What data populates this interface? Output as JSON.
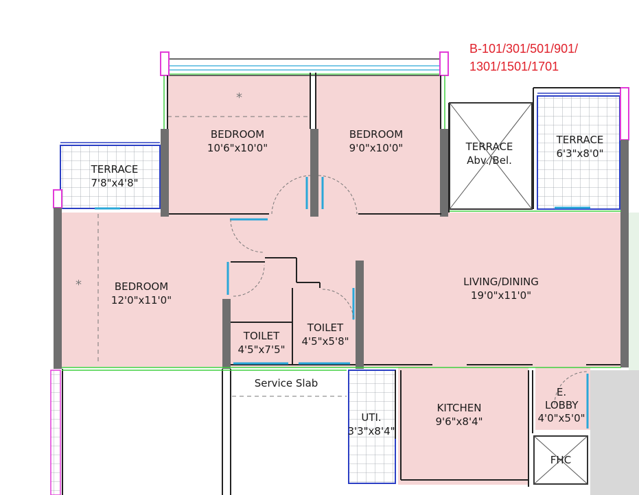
{
  "unit_label": {
    "line1": "B-101/301/501/901/",
    "line2": "1301/1501/1701"
  },
  "rooms": {
    "bedroom_top_left": {
      "name": "BEDROOM",
      "size": "10'6\"x10'0\""
    },
    "bedroom_top_right": {
      "name": "BEDROOM",
      "size": "9'0\"x10'0\""
    },
    "bedroom_left": {
      "name": "BEDROOM",
      "size": "12'0\"x11'0\""
    },
    "terrace_left": {
      "name": "TERRACE",
      "size": "7'8\"x4'8\""
    },
    "terrace_mid": {
      "name": "TERRACE",
      "size": "Abv./Bel."
    },
    "terrace_right": {
      "name": "TERRACE",
      "size": "6'3\"x8'0\""
    },
    "living": {
      "name": "LIVING/DINING",
      "size": "19'0\"x11'0\""
    },
    "toilet_1": {
      "name": "TOILET",
      "size": "4'5\"x7'5\""
    },
    "toilet_2": {
      "name": "TOILET",
      "size": "4'5\"x5'8\""
    },
    "service_slab": {
      "name": "Service Slab"
    },
    "kitchen": {
      "name": "KITCHEN",
      "size": "9'6\"x8'4\""
    },
    "utility": {
      "name": "UTI.",
      "size": "3'3\"x8'4\""
    },
    "lobby": {
      "name": "E. LOBBY",
      "size": "4'0\"x5'0\""
    },
    "fhc": {
      "name": "FHC"
    }
  },
  "markers": {
    "star": "*"
  },
  "colors": {
    "room_fill": "#f6d6d6",
    "wall": "#6f6f6f",
    "window": "#2aa7d8",
    "railing": "#2b3fc4",
    "column": "#e23ad8",
    "green": "#3fcf3f",
    "unit_text": "#e0202a",
    "neighbor": "#d8d8d8"
  }
}
